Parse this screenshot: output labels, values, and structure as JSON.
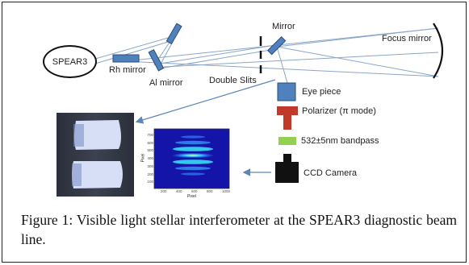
{
  "labels": {
    "source": "SPEAR3",
    "rh_mirror": "Rh mirror",
    "al_mirror": "Al mirror",
    "mirror": "Mirror",
    "focus_mirror": "Focus mirror",
    "double_slits": "Double Slits",
    "eye_piece": "Eye piece",
    "polarizer": "Polarizer (π mode)",
    "bandpass": "532±5nm bandpass",
    "camera": "CCD Camera"
  },
  "camera_plot": {
    "y_axis_label": "Pixel",
    "x_axis_label": "Pixel",
    "x_ticks": [
      "200",
      "400",
      "600",
      "800",
      "1000"
    ],
    "y_ticks": [
      "700",
      "600",
      "500",
      "400",
      "300",
      "200",
      "100"
    ]
  },
  "caption": "Figure 1: Visible light stellar interferometer at the SPEAR3 diagnostic beam line.",
  "colors": {
    "beam": "#8aa6c8",
    "optic_fill": "#4f81bd",
    "optic_stroke": "#2c4d75",
    "polarizer": "#c0392b",
    "bandpass": "#92d050",
    "camera": "#111111",
    "arrow": "#5b86b8"
  }
}
